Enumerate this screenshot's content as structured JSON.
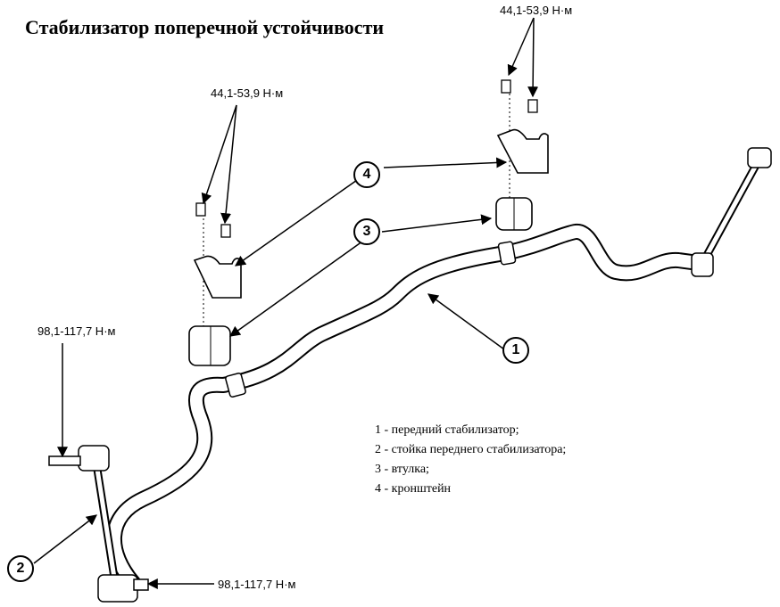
{
  "title": "Стабилизатор поперечной устойчивости",
  "torque_labels": {
    "top_right": "44,1-53,9 Н·м",
    "top_left": "44,1-53,9 Н·м",
    "left_link": "98,1-117,7 Н·м",
    "bottom_link": "98,1-117,7 Н·м"
  },
  "callouts": {
    "c1": "1",
    "c2": "2",
    "c3": "3",
    "c4": "4"
  },
  "legend": [
    "1 - передний стабилизатор;",
    "2 - стойка переднего стабилизатора;",
    "3 - втулка;",
    "4 - кронштейн"
  ]
}
